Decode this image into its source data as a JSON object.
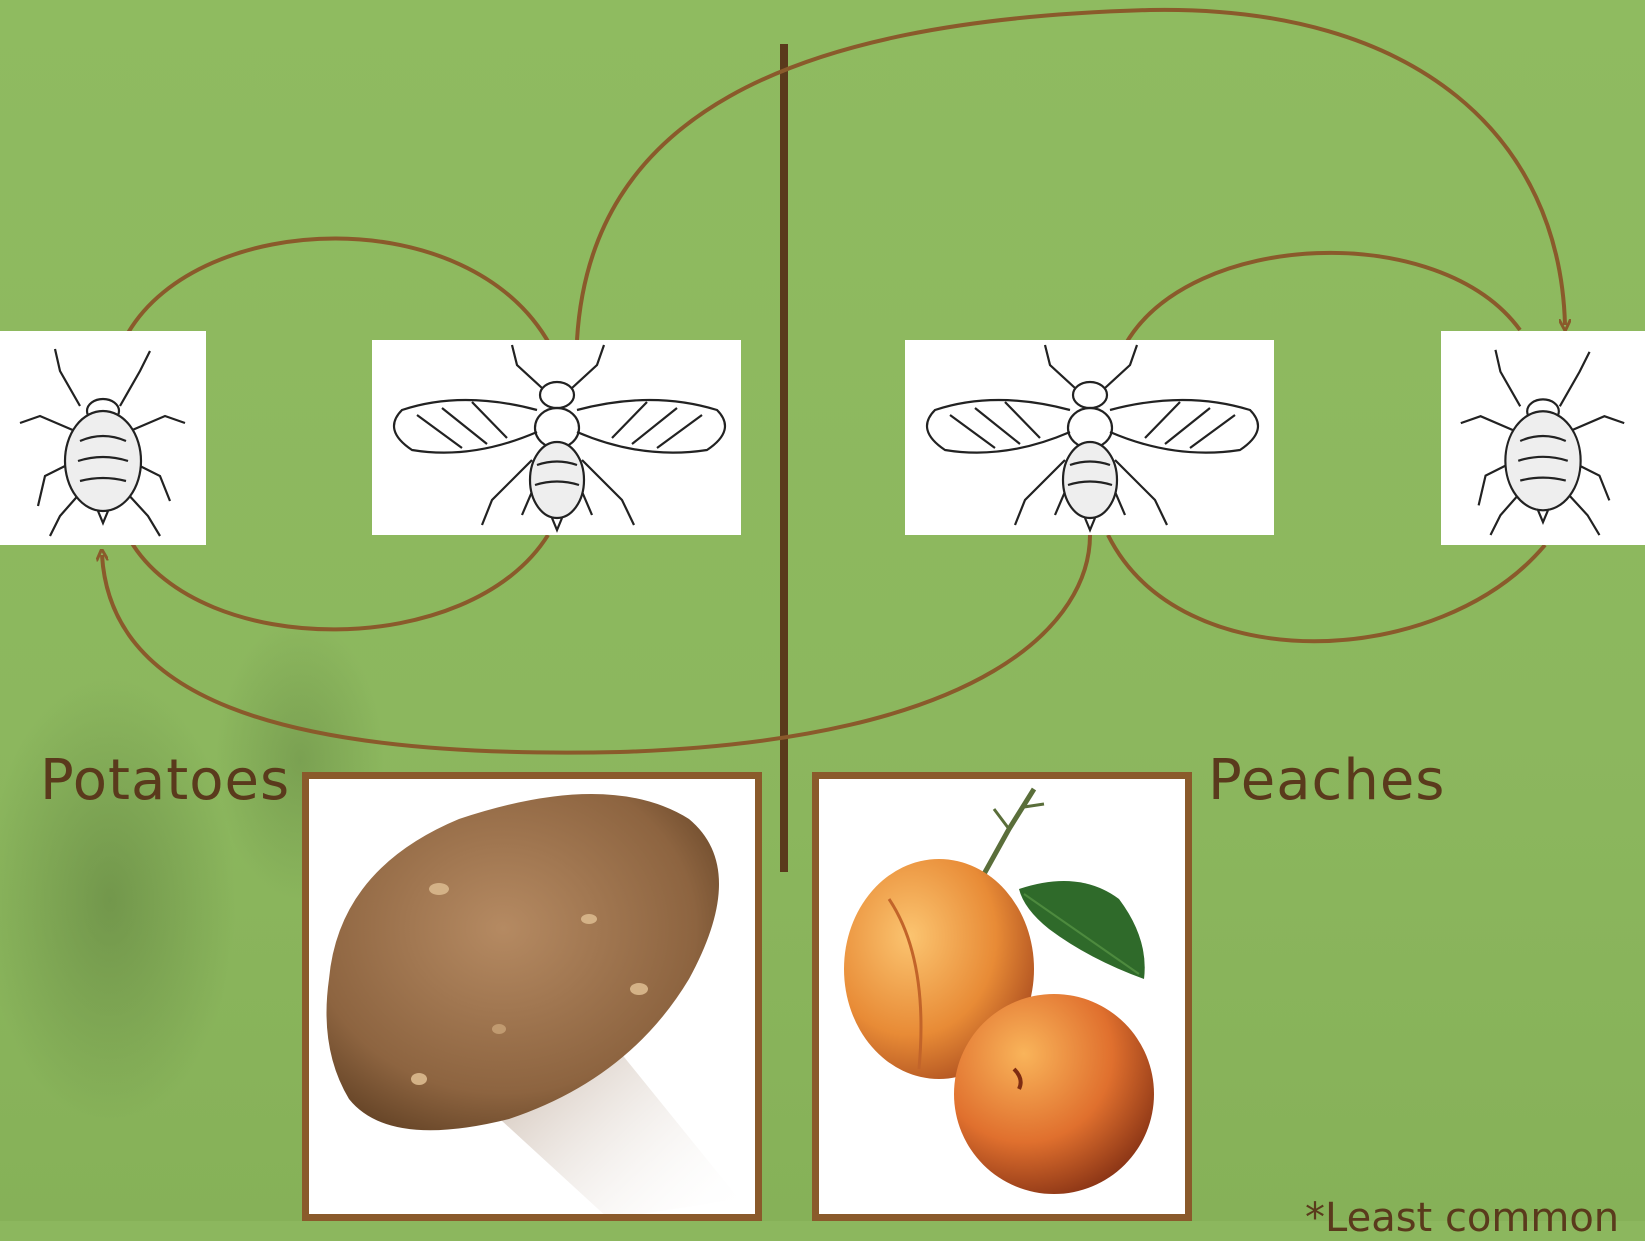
{
  "labels": {
    "left_crop": "Potatoes",
    "right_crop": "Peaches",
    "footnote": "*Least common"
  },
  "icons": {
    "wingless_aphid_left": "wingless-aphid-icon",
    "winged_aphid_left": "winged-aphid-icon",
    "winged_aphid_right": "winged-aphid-icon",
    "wingless_aphid_right": "wingless-aphid-icon",
    "potato_photo": "potato-icon",
    "peaches_photo": "peaches-icon"
  },
  "colors": {
    "background": "#8cb75e",
    "arrow": "#8a5a2b",
    "divider": "#5a3a1c",
    "text": "#5a3a1c"
  }
}
